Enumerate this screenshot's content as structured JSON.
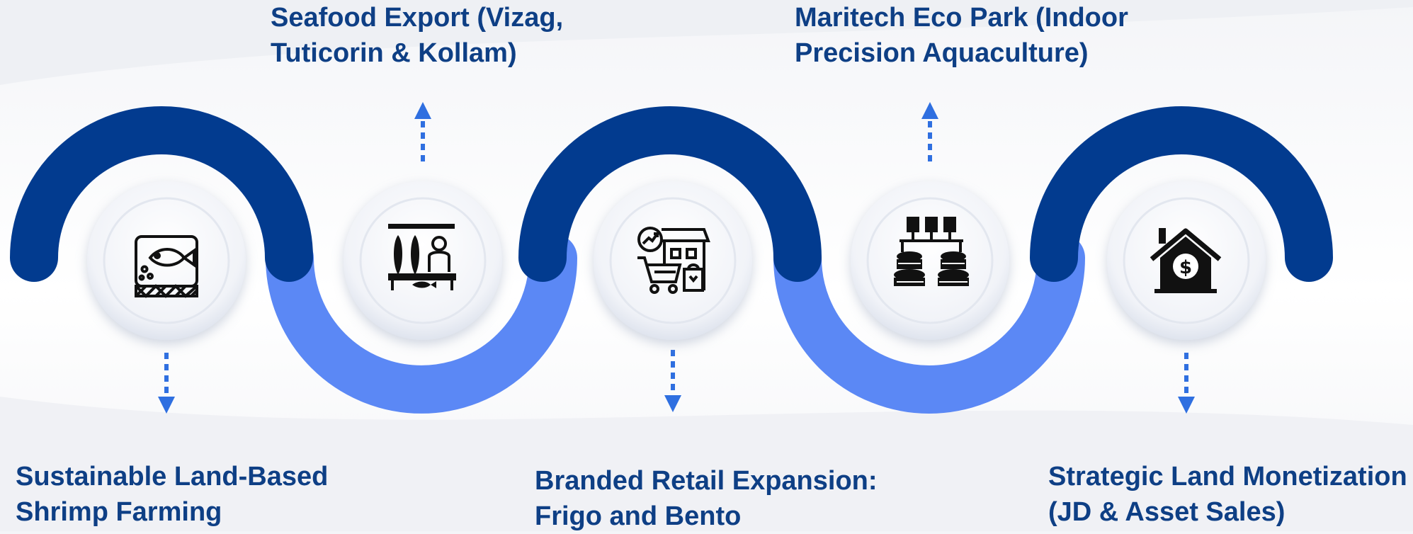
{
  "steps": [
    {
      "label_lines": [
        "Sustainable Land-Based",
        "Shrimp Farming"
      ],
      "icon": "fish-tank-icon",
      "arrow": "down"
    },
    {
      "label_lines": [
        "Seafood Export (Vizag,",
        "Tuticorin & Kollam)"
      ],
      "icon": "seafood-processing-icon",
      "arrow": "up"
    },
    {
      "label_lines": [
        "Branded Retail Expansion:",
        "Frigo and Bento"
      ],
      "icon": "retail-store-cart-icon",
      "arrow": "down"
    },
    {
      "label_lines": [
        "Maritech Eco Park (Indoor",
        "Precision Aquaculture)"
      ],
      "icon": "aquaculture-tanks-icon",
      "arrow": "up"
    },
    {
      "label_lines": [
        "Strategic Land Monetization",
        "(JD & Asset Sales)"
      ],
      "icon": "house-dollar-icon",
      "arrow": "down"
    }
  ],
  "colors": {
    "dark_arc": "#023b8f",
    "light_arc": "#5b88f5",
    "label_text": "#0e3f85",
    "arrow": "#2f6fe0"
  }
}
